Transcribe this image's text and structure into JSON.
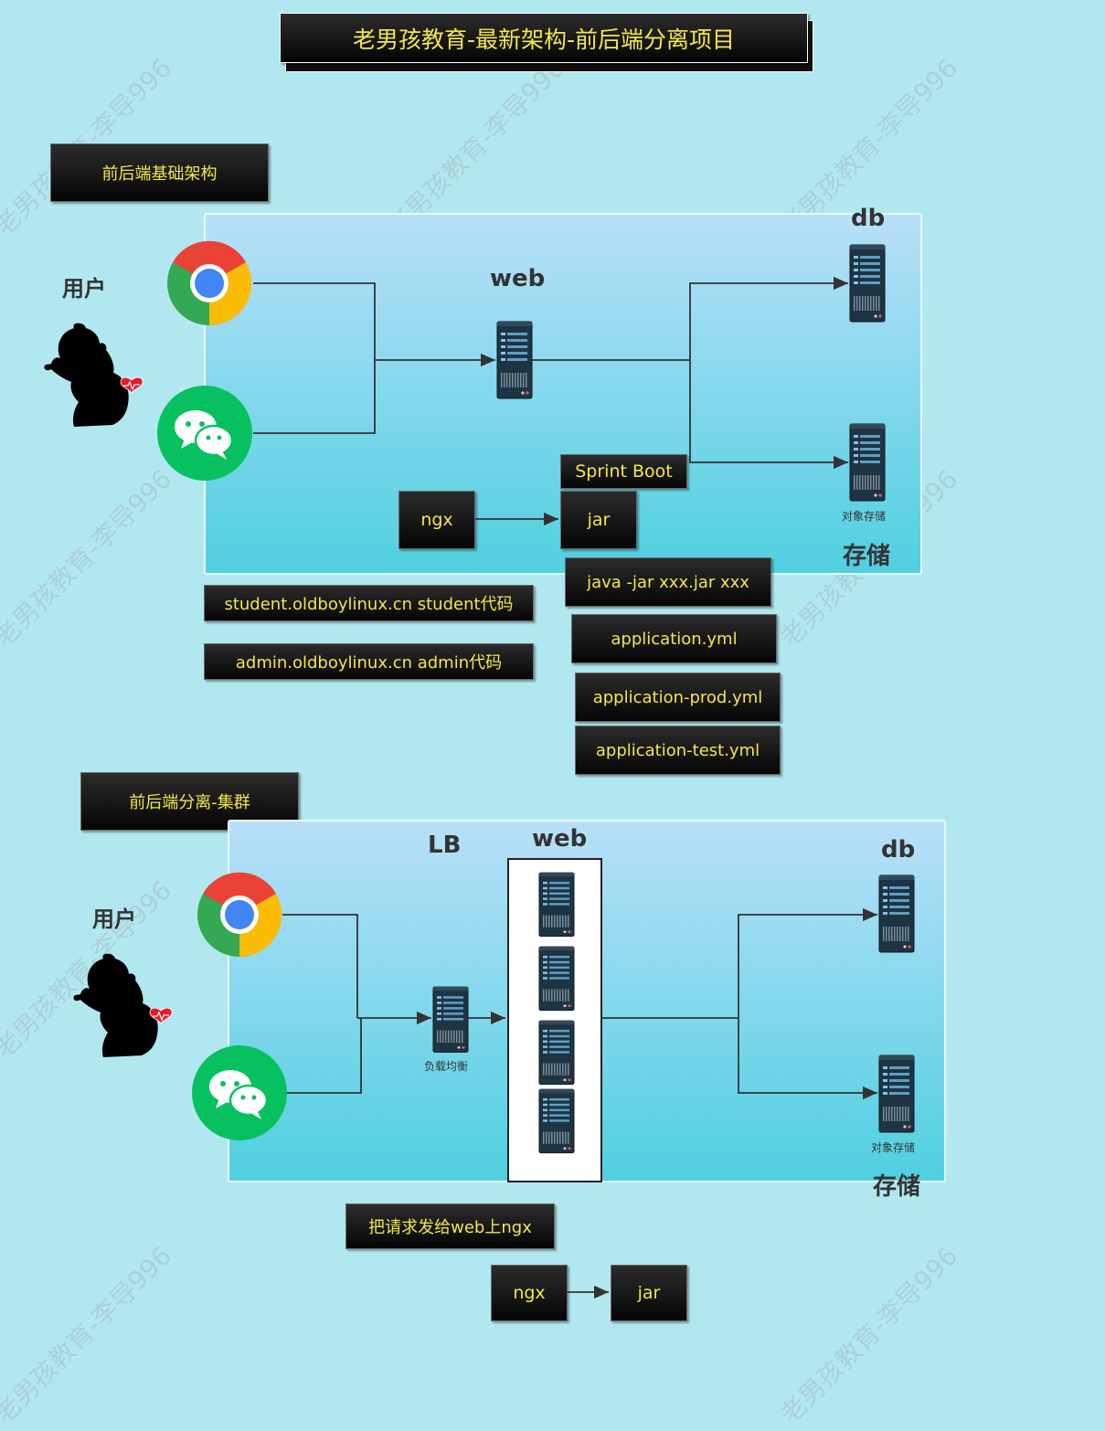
{
  "title": "老男孩教育-最新架构-前后端分离项目",
  "section1": {
    "heading": "前后端基础架构",
    "user_label": "用户",
    "web_label": "web",
    "db_label": "db",
    "storage_caption": "对象存储",
    "storage_label": "存储",
    "springboot": "Sprint Boot",
    "ngx": "ngx",
    "jar": "jar",
    "java_cmd": "java -jar xxx.jar xxx",
    "student": "student.oldboylinux.cn  student代码",
    "admin": "admin.oldboylinux.cn  admin代码",
    "yml1": "application.yml",
    "yml2": "application-prod.yml",
    "yml3": "application-test.yml"
  },
  "section2": {
    "heading": "前后端分离-集群",
    "user_label": "用户",
    "lb_label": "LB",
    "web_label": "web",
    "lb_caption": "负载均衡",
    "db_label": "db",
    "storage_caption": "对象存储",
    "storage_label": "存储",
    "forward": "把请求发给web上ngx",
    "ngx": "ngx",
    "jar": "jar"
  },
  "watermark": "老男孩教育-李导996",
  "icons": [
    "chrome-icon",
    "wechat-icon",
    "server-icon",
    "user-silhouette-icon",
    "heart-icon"
  ],
  "colors": {
    "box_text": "#f5e64a",
    "background": "#b1e8f0",
    "chrome_red": "#ea4335",
    "chrome_green": "#34a853",
    "chrome_yellow": "#fbbc05",
    "chrome_blue": "#4285f4",
    "wechat_green": "#07c160"
  }
}
